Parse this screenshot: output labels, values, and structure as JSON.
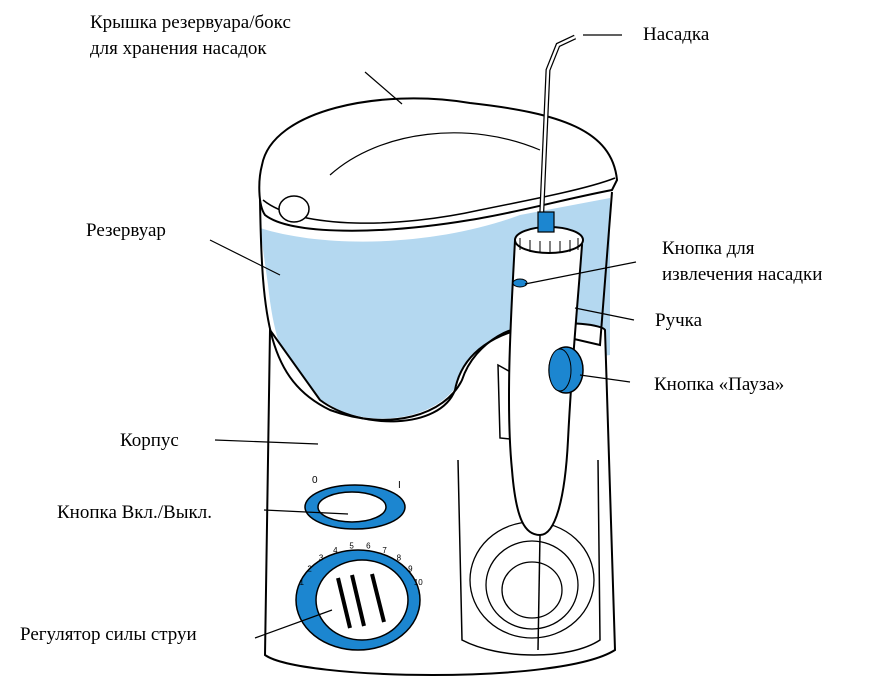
{
  "labels": {
    "lid": [
      "Крышка резервуара/бокс",
      "для хранения насадок"
    ],
    "tip": "Насадка",
    "reservoir": "Резервуар",
    "eject": [
      "Кнопка для",
      "извлечения насадки"
    ],
    "handle": "Ручка",
    "pause": "Кнопка «Пауза»",
    "body": "Корпус",
    "power": "Кнопка Вкл./Выкл.",
    "pressure": "Регулятор силы струи"
  },
  "dial_marks": [
    "0",
    "I"
  ],
  "pressure_scale": [
    "1",
    "2",
    "3",
    "4",
    "5",
    "6",
    "7",
    "8",
    "9",
    "10"
  ],
  "colors": {
    "water": "#b4d8f0",
    "accent_blue": "#1c86d0",
    "outline": "#000000"
  }
}
